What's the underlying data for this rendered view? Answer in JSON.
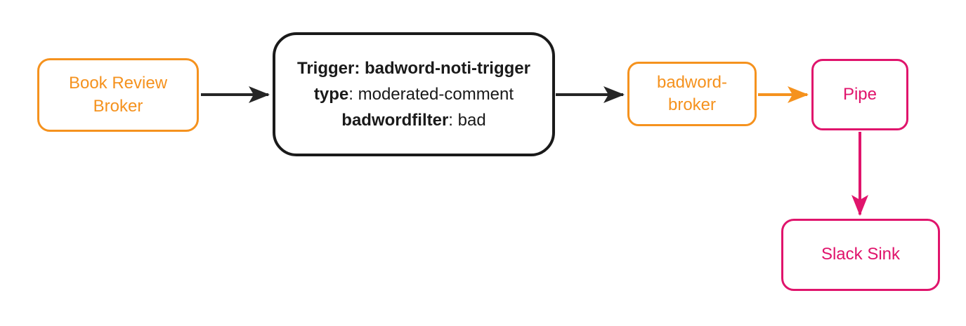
{
  "diagram": {
    "background": "#FFFFFF",
    "colors": {
      "orange": "#F5921E",
      "pink": "#E0146C",
      "node_border_dark": "#1A1A1A",
      "arrow_dark": "#262626"
    },
    "nodes": {
      "book_review_broker": {
        "label": "Book Review Broker",
        "color": "#F5921E"
      },
      "trigger": {
        "line1_bold": "Trigger: badword-noti-trigger",
        "line2_key": "type",
        "line2_value": ": moderated-comment",
        "line3_key": "badwordfilter",
        "line3_value": ": bad",
        "color": "#1A1A1A"
      },
      "badword_broker": {
        "label": "badword-broker",
        "color": "#F5921E"
      },
      "pipe": {
        "label": "Pipe",
        "color": "#E0146C"
      },
      "slack_sink": {
        "label": "Slack Sink",
        "color": "#E0146C"
      }
    },
    "edges": [
      {
        "from": "Book Review Broker",
        "to": "Trigger",
        "color": "#262626"
      },
      {
        "from": "Trigger",
        "to": "badword-broker",
        "color": "#262626"
      },
      {
        "from": "badword-broker",
        "to": "Pipe",
        "color": "#F5921E"
      },
      {
        "from": "Pipe",
        "to": "Slack Sink",
        "color": "#E0146C"
      }
    ]
  }
}
